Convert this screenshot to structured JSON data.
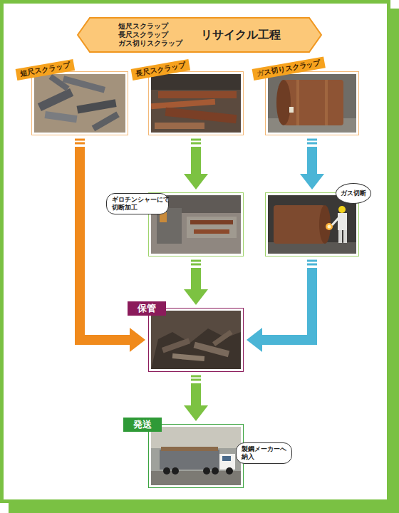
{
  "diagram": {
    "nodes": [
      {
        "text": [
          "短尺スクラップ",
          "長尺スクラップ",
          "ガス切りスクラップ",
          "リサイクル工程"
        ]
      },
      {
        "text": [
          "短尺スクラップ"
        ]
      },
      {
        "text": [
          "長尺スクラップ"
        ]
      },
      {
        "text": [
          "ガス切りスクラップ"
        ]
      },
      {
        "text": [
          "ギロチンシャーにて 切断加工"
        ]
      },
      {
        "text": [
          "ガス切断"
        ]
      },
      {
        "text": [
          "保管"
        ]
      },
      {
        "text": [
          "発送",
          "製鋼メーカーへ 納入"
        ]
      }
    ],
    "edges": [
      {
        "from": 1,
        "to": 6,
        "arrow": "to"
      },
      {
        "from": 2,
        "to": 4,
        "arrow": "to"
      },
      {
        "from": 3,
        "to": 5,
        "arrow": "to"
      },
      {
        "from": 4,
        "to": 6,
        "arrow": "to"
      },
      {
        "from": 5,
        "to": 6,
        "arrow": "to"
      },
      {
        "from": 6,
        "to": 7,
        "arrow": "to"
      }
    ]
  }
}
